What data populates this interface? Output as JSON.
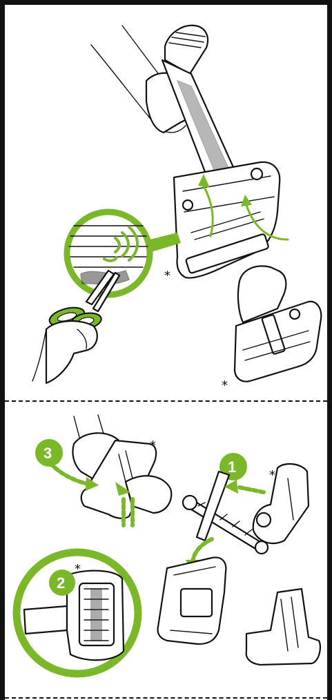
{
  "steps": {
    "step_1": "1",
    "step_2": "2",
    "step_3": "3"
  },
  "notes": {
    "asterisk": "*"
  },
  "colors": {
    "accent_green": "#7ab829",
    "ink": "#111111",
    "background": "#ffffff"
  },
  "icons": [
    "scissors-icon",
    "cut-lines-icon",
    "rotate-arrow-icon",
    "insert-arrow-icon",
    "push-arrow-icon"
  ]
}
